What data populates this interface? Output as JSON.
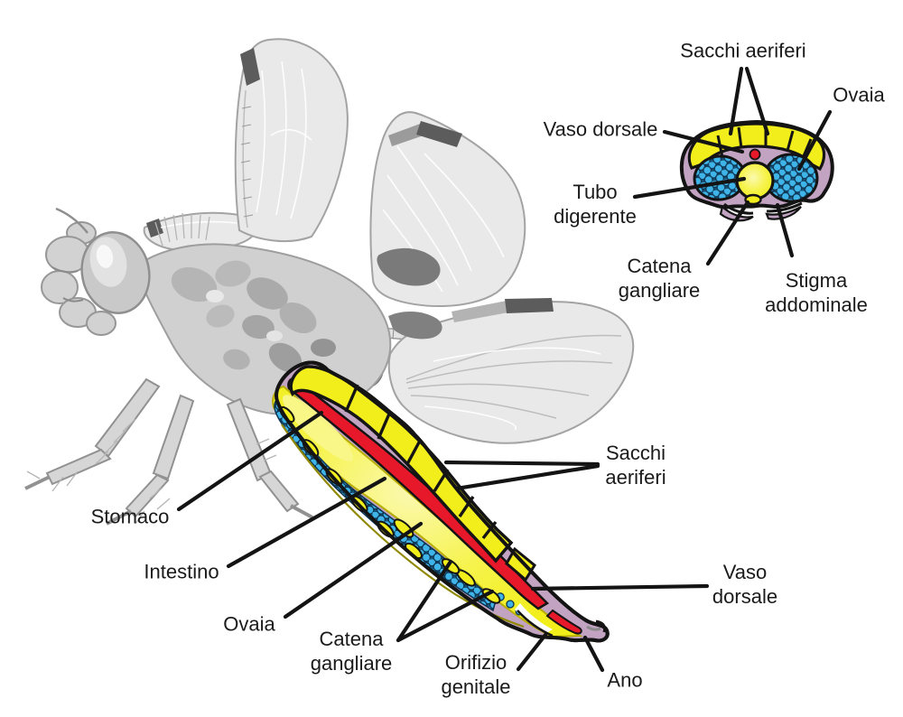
{
  "figure_subject": "Anatomia interna dell'addome di una libellula",
  "colors": {
    "background": "#ffffff",
    "body_purple": "#c2a3c2",
    "air_sac_yellow": "#f1ee1b",
    "highlight_yellow": "#f9f78a",
    "dorsal_vessel_red": "#e8182b",
    "ovary_blue": "#3fb4e8",
    "ovary_gap_blue": "#1a5578",
    "outline_black": "#141414",
    "wing_gray": "#e9e9e9",
    "pterostigma_gray": "#5c5c5c",
    "label_text": "#1a1a1a"
  },
  "cross_section": {
    "labels": {
      "air_sacs": "Sacchi aeriferi",
      "ovary": "Ovaia",
      "dorsal_vessel": "Vaso dorsale",
      "digestive_tube": "Tubo\ndigerente",
      "ganglionic_chain": "Catena\ngangliare",
      "abdominal_spiracle": "Stigma\naddominale"
    }
  },
  "longitudinal_section": {
    "labels": {
      "stomach": "Stomaco",
      "intestine": "Intestino",
      "ovary": "Ovaia",
      "ganglionic_chain": "Catena\ngangliare",
      "genital_orifice": "Orifizio\ngenitale",
      "anus": "Ano",
      "dorsal_vessel": "Vaso\ndorsale",
      "air_sacs": "Sacchi\naeriferi"
    }
  }
}
